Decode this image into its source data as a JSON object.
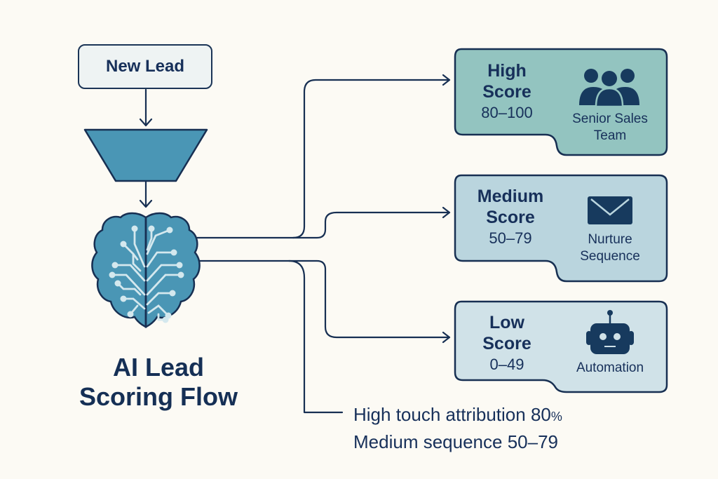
{
  "title": {
    "line1": "AI Lead",
    "line2": "Scoring Flow"
  },
  "start_node": {
    "label": "New Lead"
  },
  "nodes": {
    "filter": "funnel-icon",
    "model": "brain-circuit-icon"
  },
  "cards": [
    {
      "id": "high",
      "title_line1": "High",
      "title_line2": "Score",
      "range": "80–100",
      "action_line1": "Senior Sales",
      "action_line2": "Team",
      "icon": "people-group-icon",
      "fill": "#93c4c0"
    },
    {
      "id": "medium",
      "title_line1": "Medium",
      "title_line2": "Score",
      "range": "50–79",
      "action_line1": "Nurture",
      "action_line2": "Sequence",
      "icon": "envelope-icon",
      "fill": "#bad5de"
    },
    {
      "id": "low",
      "title_line1": "Low",
      "title_line2": "Score",
      "range": "0–49",
      "action_line1": "Automation",
      "action_line2": "",
      "icon": "robot-icon",
      "fill": "#d0e2e8"
    }
  ],
  "summary": {
    "line1_text": "High touch attribution",
    "line1_value": "80",
    "line1_unit": "%",
    "line2_text": "Medium sequence",
    "line2_value": "50–79"
  },
  "colors": {
    "background": "#fcfaf4",
    "ink": "#142e52",
    "accent": "#4a96b5",
    "circuit": "#d4e8ee"
  }
}
